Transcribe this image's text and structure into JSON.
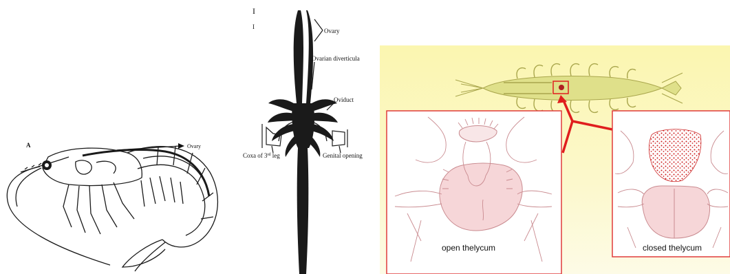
{
  "panel_a": {
    "letter": "A",
    "label_ovary": "Ovary"
  },
  "panel_b": {
    "header_glyph_top": "I",
    "header_glyph_bottom": "I",
    "label_ovary": "Ovary",
    "label_diverticula": "Ovarian diverticula",
    "label_oviduct": "Oviduct",
    "label_coxa_prefix": "Coxa of 3",
    "label_coxa_sup": "rd",
    "label_coxa_suffix": " leg",
    "label_genital": "Genital opening"
  },
  "panel_c": {
    "caption_open": "open thelycum",
    "caption_closed": "closed thelycum",
    "colors": {
      "background": "#fbf7b9",
      "shrimp": "#dfe08a",
      "frame": "#e03a3a",
      "pointer": "#e01e1e",
      "stipple": "#cc2020"
    }
  }
}
